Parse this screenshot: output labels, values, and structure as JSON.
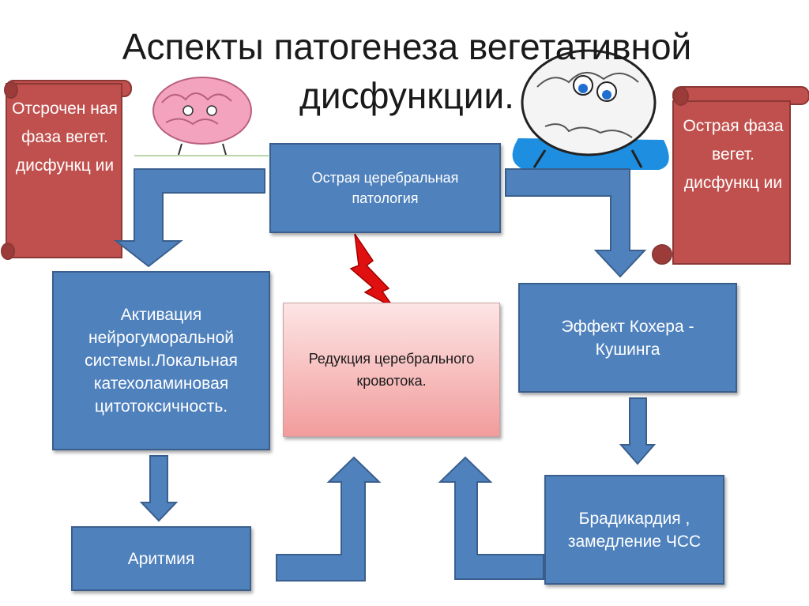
{
  "title": "Аспекты патогенеза вегетативной дисфункции.",
  "scroll_left": {
    "text": "Отсрочен ная фаза вегет. дисфункц ии"
  },
  "scroll_right": {
    "text": "Острая фаза вегет. дисфункц ии"
  },
  "nodes": {
    "acute_pathology": "Острая церебральная патология",
    "activation": "Активация нейрогуморальной системы.Локальная катехоламиновая цитотоксичность.",
    "reduction": "Редукция церебрального кровотока.",
    "cushing": "Эффект  Кохера - Кушинга",
    "arrhythmia": "Аритмия",
    "bradycardia": "Брадикардия , замедление ЧСС"
  },
  "colors": {
    "node": "#4f81bd",
    "scroll": "#c0504d",
    "lightning": "#e01010"
  }
}
